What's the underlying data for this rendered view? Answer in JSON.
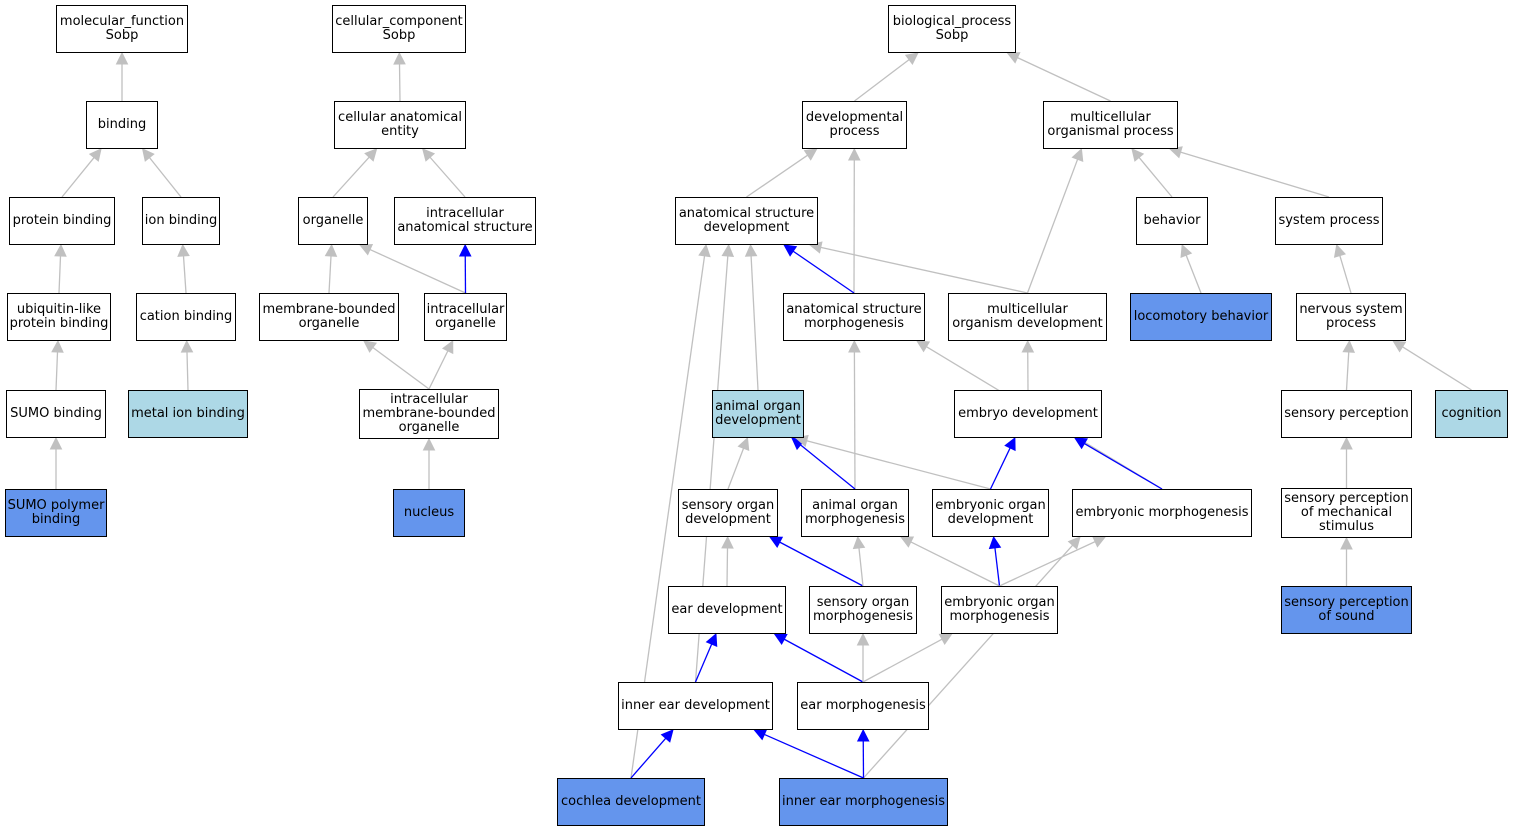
{
  "colors": {
    "default_fill": "#ffffff",
    "light_fill": "#add8e6",
    "query_fill": "#6495ed",
    "edge_gray": "#c0c0c0",
    "edge_blue": "#0000ff"
  },
  "nodes": {
    "mf": {
      "label": "molecular_function\nSobp",
      "style": "default"
    },
    "binding": {
      "label": "binding",
      "style": "default"
    },
    "protein_binding": {
      "label": "protein binding",
      "style": "default"
    },
    "ion_binding": {
      "label": "ion binding",
      "style": "default"
    },
    "ubl_binding": {
      "label": "ubiquitin-like\nprotein binding",
      "style": "default"
    },
    "cation_binding": {
      "label": "cation binding",
      "style": "default"
    },
    "sumo_binding": {
      "label": "SUMO binding",
      "style": "default"
    },
    "metal_ion_binding": {
      "label": "metal ion binding",
      "style": "light"
    },
    "sumo_polymer": {
      "label": "SUMO polymer\nbinding",
      "style": "query"
    },
    "cc": {
      "label": "cellular_component\nSobp",
      "style": "default"
    },
    "cae": {
      "label": "cellular anatomical\nentity",
      "style": "default"
    },
    "organelle": {
      "label": "organelle",
      "style": "default"
    },
    "ias": {
      "label": "intracellular\nanatomical structure",
      "style": "default"
    },
    "mbo": {
      "label": "membrane-bounded\norganelle",
      "style": "default"
    },
    "io": {
      "label": "intracellular\norganelle",
      "style": "default"
    },
    "imbo": {
      "label": "intracellular\nmembrane-bounded\norganelle",
      "style": "default"
    },
    "nucleus": {
      "label": "nucleus",
      "style": "query"
    },
    "bp": {
      "label": "biological_process\nSobp",
      "style": "default"
    },
    "devproc": {
      "label": "developmental\nprocess",
      "style": "default"
    },
    "mop": {
      "label": "multicellular\norganismal process",
      "style": "default"
    },
    "asd": {
      "label": "anatomical structure\ndevelopment",
      "style": "default"
    },
    "behavior": {
      "label": "behavior",
      "style": "default"
    },
    "sysproc": {
      "label": "system process",
      "style": "default"
    },
    "asm": {
      "label": "anatomical structure\nmorphogenesis",
      "style": "default"
    },
    "mod": {
      "label": "multicellular\norganism development",
      "style": "default"
    },
    "locomotory": {
      "label": "locomotory behavior",
      "style": "query"
    },
    "nsp": {
      "label": "nervous system\nprocess",
      "style": "default"
    },
    "aod": {
      "label": "animal organ\ndevelopment",
      "style": "light"
    },
    "embryo_dev": {
      "label": "embryo development",
      "style": "default"
    },
    "sensory_perception": {
      "label": "sensory perception",
      "style": "default"
    },
    "cognition": {
      "label": "cognition",
      "style": "light"
    },
    "sod": {
      "label": "sensory organ\ndevelopment",
      "style": "default"
    },
    "aom": {
      "label": "animal organ\nmorphogenesis",
      "style": "default"
    },
    "eod": {
      "label": "embryonic organ\ndevelopment",
      "style": "default"
    },
    "em": {
      "label": "embryonic morphogenesis",
      "style": "default"
    },
    "spms": {
      "label": "sensory perception\nof mechanical\nstimulus",
      "style": "default"
    },
    "ear_dev": {
      "label": "ear development",
      "style": "default"
    },
    "som": {
      "label": "sensory organ\nmorphogenesis",
      "style": "default"
    },
    "eom": {
      "label": "embryonic organ\nmorphogenesis",
      "style": "default"
    },
    "sps": {
      "label": "sensory perception\nof sound",
      "style": "query"
    },
    "ied": {
      "label": "inner ear development",
      "style": "default"
    },
    "ear_morph": {
      "label": "ear morphogenesis",
      "style": "default"
    },
    "cochlea": {
      "label": "cochlea development",
      "style": "query"
    },
    "iem": {
      "label": "inner ear morphogenesis",
      "style": "query"
    }
  },
  "edges": [
    {
      "from": "binding",
      "to": "mf",
      "color": "gray"
    },
    {
      "from": "protein_binding",
      "to": "binding",
      "color": "gray"
    },
    {
      "from": "ion_binding",
      "to": "binding",
      "color": "gray"
    },
    {
      "from": "ubl_binding",
      "to": "protein_binding",
      "color": "gray"
    },
    {
      "from": "cation_binding",
      "to": "ion_binding",
      "color": "gray"
    },
    {
      "from": "sumo_binding",
      "to": "ubl_binding",
      "color": "gray"
    },
    {
      "from": "metal_ion_binding",
      "to": "cation_binding",
      "color": "gray"
    },
    {
      "from": "sumo_polymer",
      "to": "sumo_binding",
      "color": "gray"
    },
    {
      "from": "cae",
      "to": "cc",
      "color": "gray"
    },
    {
      "from": "organelle",
      "to": "cae",
      "color": "gray"
    },
    {
      "from": "ias",
      "to": "cae",
      "color": "gray"
    },
    {
      "from": "mbo",
      "to": "organelle",
      "color": "gray"
    },
    {
      "from": "io",
      "to": "organelle",
      "color": "gray"
    },
    {
      "from": "io",
      "to": "ias",
      "color": "blue"
    },
    {
      "from": "imbo",
      "to": "mbo",
      "color": "gray"
    },
    {
      "from": "imbo",
      "to": "io",
      "color": "gray"
    },
    {
      "from": "nucleus",
      "to": "imbo",
      "color": "gray"
    },
    {
      "from": "devproc",
      "to": "bp",
      "color": "gray"
    },
    {
      "from": "mop",
      "to": "bp",
      "color": "gray"
    },
    {
      "from": "asd",
      "to": "devproc",
      "color": "gray"
    },
    {
      "from": "asm",
      "to": "devproc",
      "color": "gray"
    },
    {
      "from": "mod",
      "to": "mop",
      "color": "gray"
    },
    {
      "from": "behavior",
      "to": "mop",
      "color": "gray"
    },
    {
      "from": "sysproc",
      "to": "mop",
      "color": "gray"
    },
    {
      "from": "asm",
      "to": "asd",
      "color": "blue"
    },
    {
      "from": "mod",
      "to": "asd",
      "color": "gray"
    },
    {
      "from": "aod",
      "to": "asd",
      "color": "gray"
    },
    {
      "from": "cochlea",
      "to": "asd",
      "color": "gray"
    },
    {
      "from": "ied",
      "to": "asd",
      "color": "gray"
    },
    {
      "from": "locomotory",
      "to": "behavior",
      "color": "gray"
    },
    {
      "from": "nsp",
      "to": "sysproc",
      "color": "gray"
    },
    {
      "from": "embryo_dev",
      "to": "mod",
      "color": "gray"
    },
    {
      "from": "aom",
      "to": "asm",
      "color": "gray"
    },
    {
      "from": "em",
      "to": "asm",
      "color": "gray"
    },
    {
      "from": "sensory_perception",
      "to": "nsp",
      "color": "gray"
    },
    {
      "from": "cognition",
      "to": "nsp",
      "color": "gray"
    },
    {
      "from": "sod",
      "to": "aod",
      "color": "gray"
    },
    {
      "from": "aom",
      "to": "aod",
      "color": "blue"
    },
    {
      "from": "eod",
      "to": "aod",
      "color": "gray"
    },
    {
      "from": "eod",
      "to": "embryo_dev",
      "color": "blue"
    },
    {
      "from": "em",
      "to": "embryo_dev",
      "color": "blue"
    },
    {
      "from": "spms",
      "to": "sensory_perception",
      "color": "gray"
    },
    {
      "from": "ear_dev",
      "to": "sod",
      "color": "gray"
    },
    {
      "from": "som",
      "to": "sod",
      "color": "blue"
    },
    {
      "from": "som",
      "to": "aom",
      "color": "gray"
    },
    {
      "from": "eom",
      "to": "aom",
      "color": "gray"
    },
    {
      "from": "eom",
      "to": "eod",
      "color": "blue"
    },
    {
      "from": "eom",
      "to": "em",
      "color": "gray"
    },
    {
      "from": "iem",
      "to": "em",
      "color": "gray"
    },
    {
      "from": "sps",
      "to": "spms",
      "color": "gray"
    },
    {
      "from": "ied",
      "to": "ear_dev",
      "color": "blue"
    },
    {
      "from": "ear_morph",
      "to": "ear_dev",
      "color": "blue"
    },
    {
      "from": "ear_morph",
      "to": "som",
      "color": "gray"
    },
    {
      "from": "ear_morph",
      "to": "eom",
      "color": "gray"
    },
    {
      "from": "cochlea",
      "to": "ied",
      "color": "blue"
    },
    {
      "from": "iem",
      "to": "ied",
      "color": "blue"
    },
    {
      "from": "iem",
      "to": "ear_morph",
      "color": "blue"
    }
  ]
}
